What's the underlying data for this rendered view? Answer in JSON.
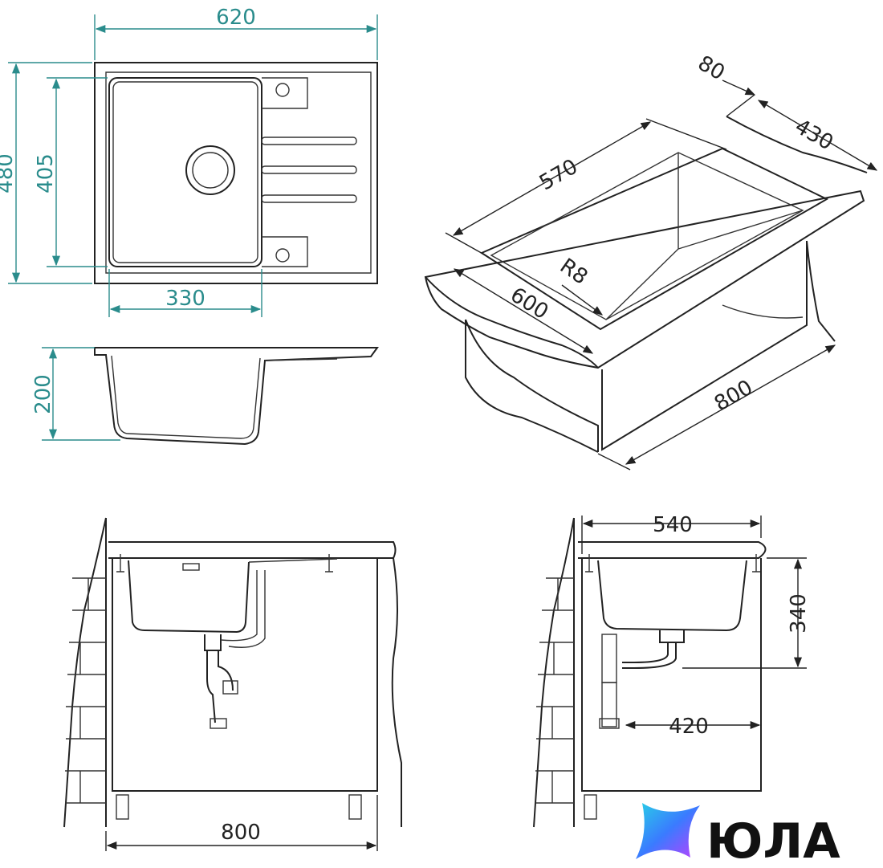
{
  "dimensions": {
    "top_width": "620",
    "top_height": "480",
    "bowl_height": "405",
    "bowl_width": "330",
    "depth": "200",
    "iso_length": "570",
    "iso_rim": "80",
    "iso_width": "430",
    "iso_radius": "R8",
    "iso_cabinet": "600",
    "iso_cabinet_width": "800",
    "front_cabinet": "800",
    "side_width": "540",
    "side_height": "340",
    "side_drain": "420"
  },
  "brand": {
    "name": "ЮЛА",
    "colors": [
      "#3a7bff",
      "#c23cff",
      "#28d1e6"
    ]
  },
  "colors": {
    "teal": "#2a8c8c",
    "line": "#222222"
  }
}
